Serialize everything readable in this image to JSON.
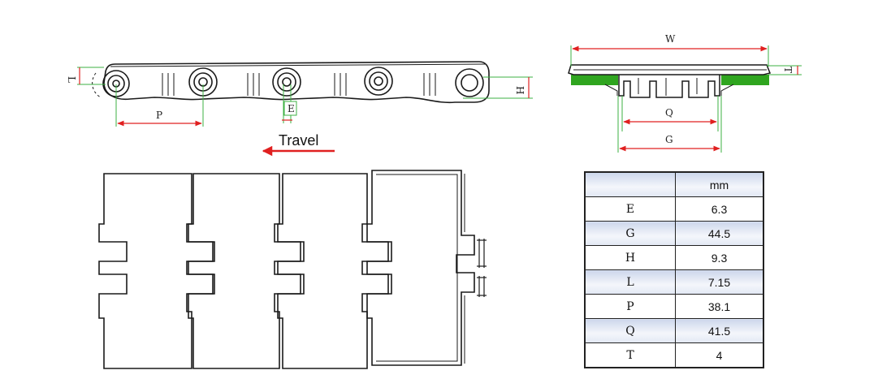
{
  "side_view": {
    "dimension_labels": {
      "L": "L",
      "P": "P",
      "E": "E",
      "H": "H"
    },
    "colors": {
      "dimension_line": "#e02020",
      "extension_line": "#3cb043"
    }
  },
  "end_view": {
    "dimension_labels": {
      "W": "W",
      "T": "T",
      "Q": "Q",
      "G": "G"
    },
    "colors": {
      "wear_strip": "#2fa51f",
      "dimension_line": "#e02020"
    }
  },
  "travel": {
    "label": "Travel",
    "arrow_color": "#e02020",
    "direction": "left"
  },
  "spec_table": {
    "unit_header": "mm",
    "rows": [
      {
        "key": "E",
        "value": "6.3"
      },
      {
        "key": "G",
        "value": "44.5"
      },
      {
        "key": "H",
        "value": "9.3"
      },
      {
        "key": "L",
        "value": "7.15"
      },
      {
        "key": "P",
        "value": "38.1"
      },
      {
        "key": "Q",
        "value": "41.5"
      },
      {
        "key": "T",
        "value": "4"
      }
    ]
  }
}
